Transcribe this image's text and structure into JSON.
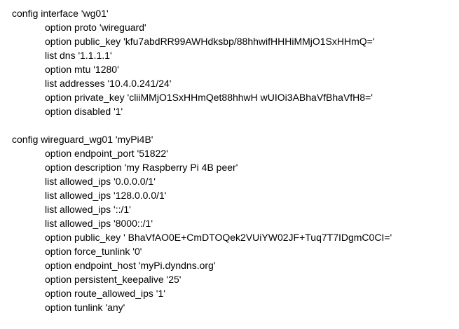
{
  "sections": [
    {
      "header": "config interface 'wg01'",
      "lines": [
        "option proto 'wireguard'",
        "option public_key 'kfu7abdRR99AWHdksbp/88hhwifHHHiMMjO1SxHHmQ='",
        "list dns '1.1.1.1'",
        "option mtu '1280'",
        "list addresses '10.4.0.241/24'",
        "option private_key 'cliiMMjO1SxHHmQet88hhwH wUIOi3ABhaVfBhaVfH8='",
        "option disabled '1'"
      ]
    },
    {
      "header": "config wireguard_wg01 'myPi4B'",
      "lines": [
        "option endpoint_port '51822'",
        "option description 'my Raspberry Pi 4B peer'",
        "list allowed_ips '0.0.0.0/1'",
        "list allowed_ips '128.0.0.0/1'",
        "list allowed_ips '::/1'",
        "list allowed_ips '8000::/1'",
        "option public_key ' BhaVfAO0E+CmDTOQek2VUiYW02JF+Tuq7T7IDgmC0CI='",
        "option force_tunlink '0'",
        "option endpoint_host 'myPi.dyndns.org'",
        "option persistent_keepalive '25'",
        "option route_allowed_ips '1'",
        "option tunlink 'any'"
      ]
    }
  ]
}
